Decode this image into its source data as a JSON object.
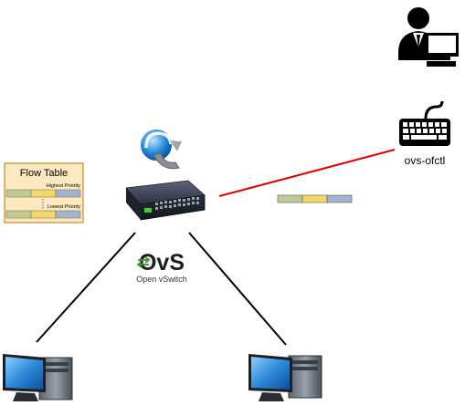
{
  "flow_table": {
    "title": "Flow Table",
    "highest_label": "Highest Priority",
    "lowest_label": "Lowest Priority",
    "entry_colors": [
      "#c2cb93",
      "#f5d669",
      "#a4b3cf"
    ]
  },
  "tool": {
    "label": "ovs-ofctl"
  },
  "ovs_logo": {
    "mark": "OvS",
    "caption": "Open vSwitch"
  },
  "switch": {
    "name": "switch-icon"
  },
  "links": {
    "control_color": "#e00000",
    "data_color": "#000000"
  },
  "packet": {
    "colors": [
      "#c2cb93",
      "#f5d669",
      "#a4b3cf"
    ]
  }
}
